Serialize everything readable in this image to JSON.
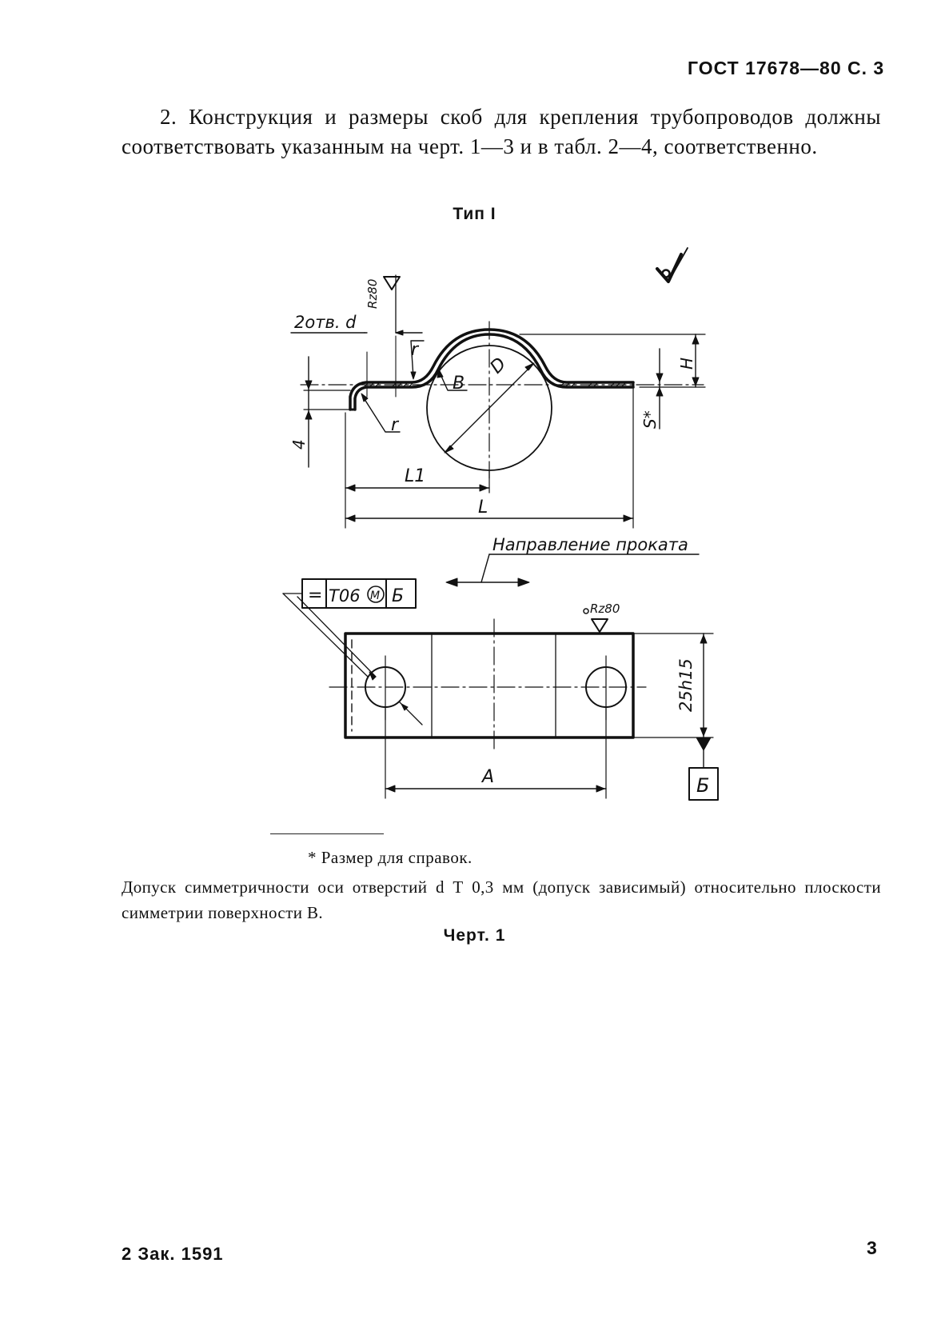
{
  "header": {
    "standard_ref": "ГОСТ 17678—80 С. 3"
  },
  "section": {
    "text": "2. Конструкция и размеры скоб для крепления трубопроводов должны соответствовать указанным на черт. 1—3 и в табл. 2—4, соответственно."
  },
  "figure": {
    "type_title": "Тип I",
    "roughness_symbol": "(√)",
    "labels": {
      "rz_top": "Rz80",
      "holes": "2отв. d",
      "radius_upper": "r",
      "radius_lower": "r",
      "surface_b": "В",
      "diameter": "D",
      "height": "H",
      "thickness": "S*",
      "bend_height": "4",
      "length_l1": "L1",
      "length_l": "L",
      "rolling_direction": "Направление проката",
      "tol_symbol": "=",
      "tol_value": "Т06",
      "tol_modifier": "M",
      "tol_datum": "Б",
      "rz_bottom": "Rz80",
      "width": "25h15",
      "length_a": "A",
      "datum_box": "Б"
    }
  },
  "footnote": "* Размер для справок.",
  "tolerance_note": "Допуск симметричности оси отверстий d Т 0,3 мм (допуск зависимый) относительно плоскости симметрии поверхности В.",
  "caption": "Черт. 1",
  "footer": {
    "order": "2 Зак. 1591",
    "page_number": "3"
  }
}
